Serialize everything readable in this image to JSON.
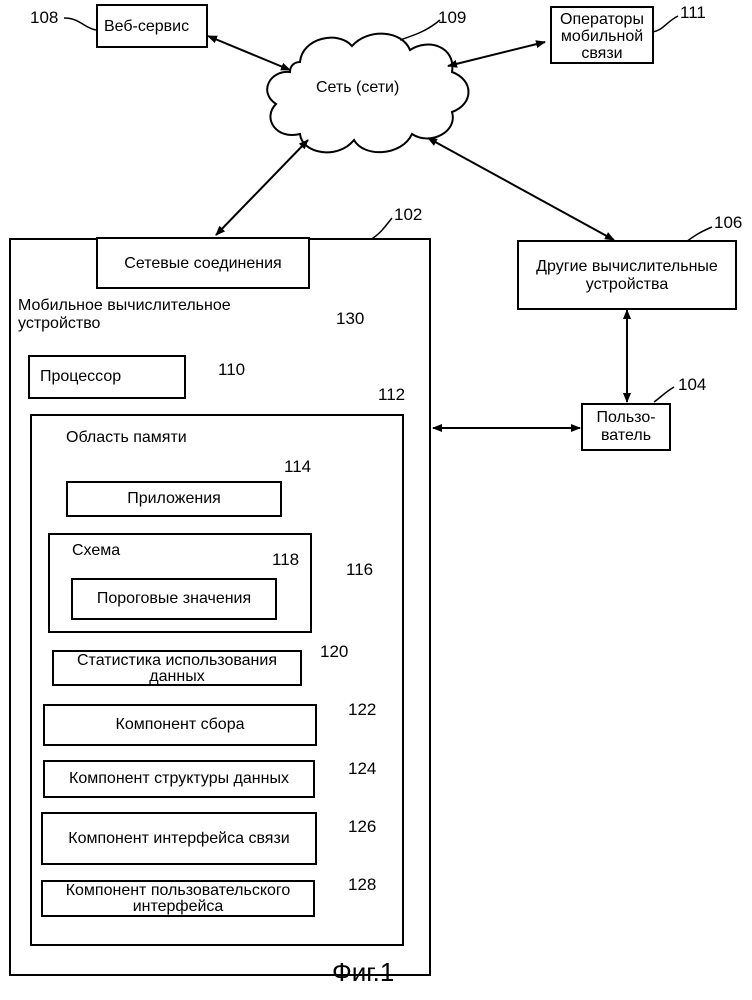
{
  "figure": {
    "caption": "Фиг.1",
    "nodes": {
      "web_service": {
        "label": "Веб-сервис",
        "ref": "108"
      },
      "network": {
        "label": "Сеть (сети)",
        "ref": "109"
      },
      "operators": {
        "line1": "Операторы",
        "line2": "мобильной",
        "line3": "связи",
        "ref": "111"
      },
      "mobile_device": {
        "line1": "Мобильное вычислительное",
        "line2": "устройство",
        "ref": "102"
      },
      "net_connections": {
        "label": "Сетевые соединения",
        "ref": "130"
      },
      "other_devices": {
        "line1": "Другие вычислительные",
        "line2": "устройства",
        "ref": "106"
      },
      "user": {
        "line1": "Пользо-",
        "line2": "ватель",
        "ref": "104"
      },
      "processor": {
        "label": "Процессор",
        "ref": "110"
      },
      "memory": {
        "label": "Область памяти",
        "ref": "112"
      },
      "applications": {
        "label": "Приложения",
        "ref": "114"
      },
      "schema": {
        "label": "Схема",
        "ref": "116"
      },
      "thresholds": {
        "label": "Пороговые значения",
        "ref": "118"
      },
      "usage_stats": {
        "line1": "Статистика использования",
        "line2": "данных",
        "ref": "120"
      },
      "collection": {
        "label": "Компонент сбора",
        "ref": "122"
      },
      "data_structure": {
        "label": "Компонент структуры данных",
        "ref": "124"
      },
      "comm_interface": {
        "label": "Компонент интерфейса связи",
        "ref": "126"
      },
      "user_interface": {
        "line1": "Компонент пользовательского",
        "line2": "интерфейса",
        "ref": "128"
      }
    }
  }
}
